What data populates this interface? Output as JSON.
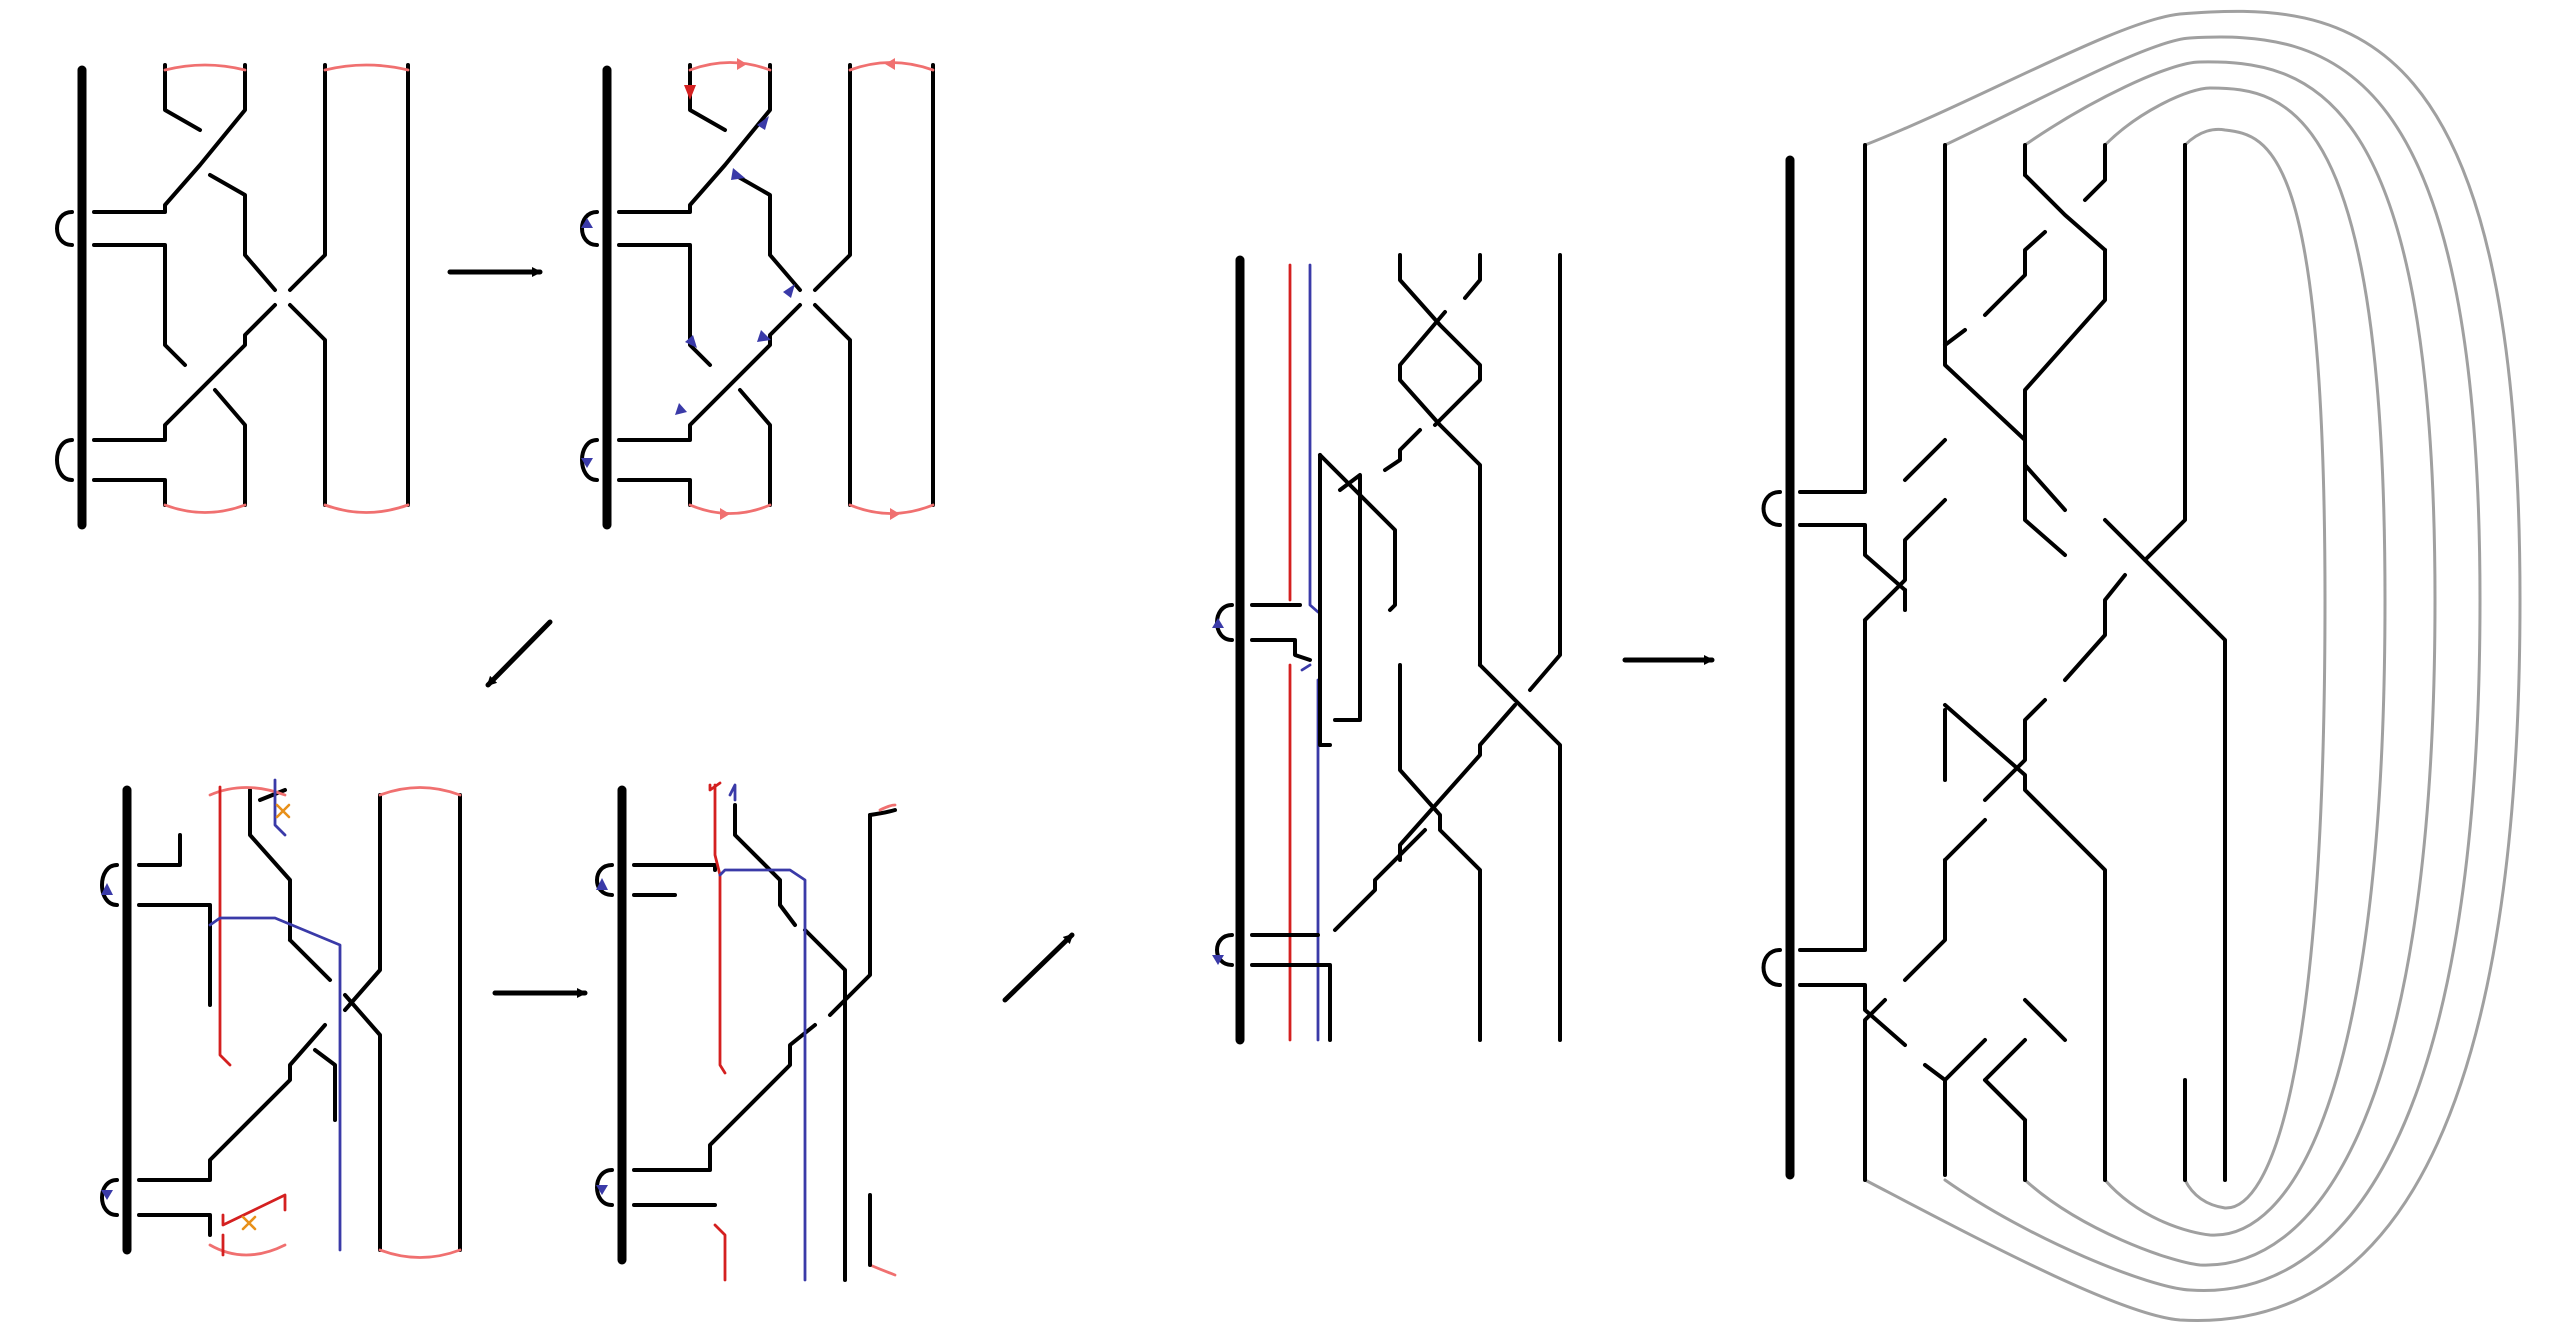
{
  "figure": {
    "panels": [
      "panel-1",
      "panel-2",
      "panel-3",
      "panel-4",
      "panel-5",
      "panel-6"
    ],
    "arrows": [
      "arrow-right",
      "arrow-down-left",
      "arrow-right",
      "arrow-up-right",
      "arrow-right"
    ],
    "colors": {
      "strand": "#000000",
      "arc": "#f07070",
      "orientation_red": "#d42020",
      "orientation_blue": "#3a3aa8",
      "cancel_mark": "#e8901a",
      "closure": "#a0a0a0"
    }
  }
}
